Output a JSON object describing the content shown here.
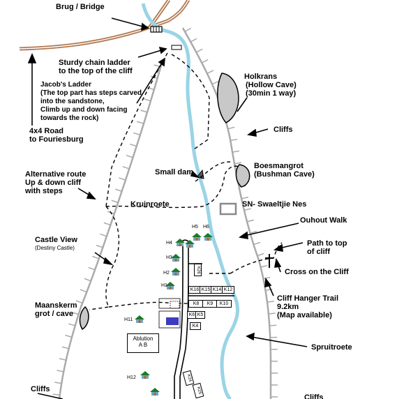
{
  "labels": {
    "bridge": "Brug / Bridge",
    "chain_ladder_1": "Sturdy chain ladder",
    "chain_ladder_2": "to the top of the cliff",
    "jacobs_1": "Jacob's Ladder",
    "jacobs_2": "(The top part has steps carved",
    "jacobs_3": "into the sandstone,",
    "jacobs_4": "Climb up and down facing",
    "jacobs_5": "towards the rock)",
    "road_1": "4x4 Road",
    "road_2": "to Fouriesburg",
    "holkrans_1": "Holkrans",
    "holkrans_2": "(Hollow Cave)",
    "holkrans_3": "(30min 1 way)",
    "cliffs_right": "Cliffs",
    "boesman_1": "Boesmangrot",
    "boesman_2": "(Bushman Cave)",
    "small_dam": "Small dam",
    "alt_1": "Alternative route",
    "alt_2": "Up & down cliff",
    "alt_3": "with steps",
    "kruinroete": "Kruinroete",
    "swaeltjie": "SN- Swaeltjie Nes",
    "ouhout": "Ouhout Walk",
    "path_top_1": "Path to top",
    "path_top_2": "of cliff",
    "castle_1": "Castle View",
    "castle_2": "(Destiny Castle)",
    "cross": "Cross on the Cliff",
    "cliffhanger_1": "Cliff Hanger Trail",
    "cliffhanger_2": "9.2km",
    "cliffhanger_3": "(Map available)",
    "maanskerm_1": "Maanskerm",
    "maanskerm_2": "grot / cave",
    "spruitroete": "Spruitroete",
    "ablution_1": "Ablution",
    "ablution_2": "A B",
    "cliffs_left": "Cliffs",
    "cliffs_bottom": "Cliffs"
  },
  "huts": {
    "h1": "H1",
    "h2": "H2",
    "h3": "H3",
    "h4": "H4",
    "h5": "H5",
    "h6": "H6",
    "h11": "H11",
    "h12": "H12"
  },
  "units": {
    "k26": "K26",
    "k16": "K16",
    "k15": "K15",
    "k14": "K14",
    "k12": "K12",
    "k8": "K8",
    "k9": "K9",
    "k10": "K10",
    "k6": "K6",
    "k5": "K5",
    "k4": "K4",
    "k24": "K24",
    "k25": "K25"
  },
  "colors": {
    "river": "#9ad4e6",
    "road": "#b07850",
    "cliff": "#aaaaaa",
    "cave": "#c8c8c8",
    "hut_roof": "#1a7a2a",
    "hut_base": "#6fa7c9"
  }
}
